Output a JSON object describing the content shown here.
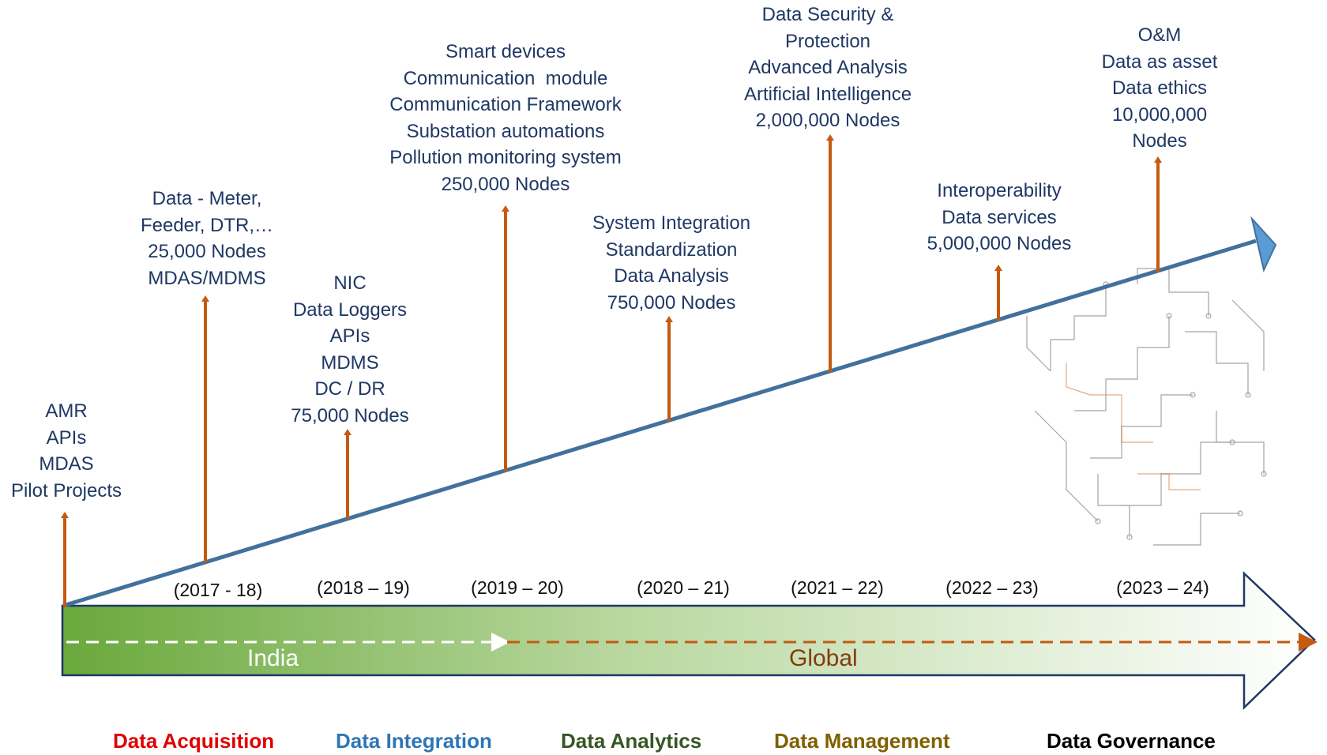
{
  "milestones": [
    {
      "lines": [
        "AMR",
        "APIs",
        "MDAS",
        "Pilot Projects"
      ]
    },
    {
      "lines": [
        "Data - Meter,",
        "Feeder, DTR,…",
        "25,000 Nodes",
        "MDAS/MDMS"
      ]
    },
    {
      "lines": [
        "NIC",
        "Data Loggers",
        "APIs",
        "MDMS",
        "DC / DR",
        "75,000 Nodes"
      ]
    },
    {
      "lines": [
        "Smart devices",
        "Communication  module",
        "Communication Framework",
        "Substation automations",
        "Pollution monitoring system",
        "250,000 Nodes"
      ]
    },
    {
      "lines": [
        "System Integration",
        "Standardization",
        "Data Analysis",
        "750,000 Nodes"
      ]
    },
    {
      "lines": [
        "Data Security &",
        "Protection",
        "Advanced Analysis",
        "Artificial Intelligence",
        "2,000,000 Nodes"
      ]
    },
    {
      "lines": [
        "Interoperability",
        "Data services",
        "5,000,000 Nodes"
      ]
    },
    {
      "lines": [
        "O&M",
        "Data as asset",
        "Data ethics",
        "10,000,000",
        "Nodes"
      ]
    }
  ],
  "periods": [
    "(2017 - 18)",
    "(2018 – 19)",
    "(2019 – 20)",
    "(2020 – 21)",
    "(2021 – 22)",
    "(2022 – 23)",
    "(2023 – 24)"
  ],
  "band": {
    "india": "India",
    "global": "Global"
  },
  "legend": [
    {
      "label": "Data Acquisition",
      "color": "#e00000"
    },
    {
      "label": "Data Integration",
      "color": "#2e75b6"
    },
    {
      "label": "Data Analytics",
      "color": "#375623"
    },
    {
      "label": "Data Management",
      "color": "#7f6000"
    },
    {
      "label": "Data Governance",
      "color": "#000000"
    }
  ],
  "colors": {
    "trend_line": "#41719c",
    "trend_head": "#5b9bd5",
    "stem": "#c55a11",
    "band_start": "#6aa83c",
    "band_end": "#ffffff",
    "band_outline": "#1f3864",
    "milestone_text": "#1f3864",
    "india_text": "#ffffff",
    "global_text": "#843c0c"
  }
}
